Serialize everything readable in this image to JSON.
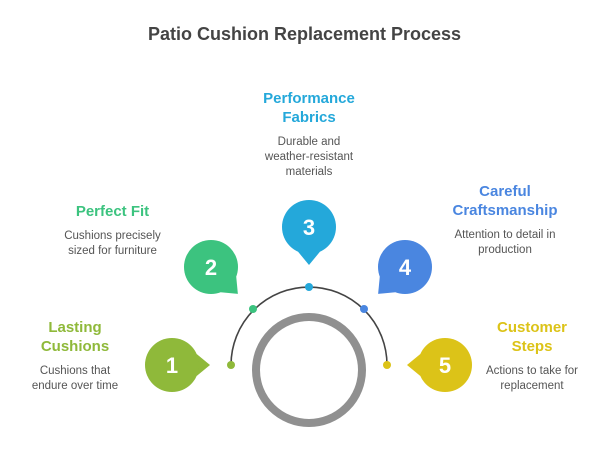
{
  "title": "Patio Cushion Replacement Process",
  "ring_color": "#909090",
  "arc_color": "#444444",
  "steps": [
    {
      "number": "1",
      "heading": "Lasting\nCushions",
      "heading_lines": [
        "Lasting",
        "Cushions"
      ],
      "description_lines": [
        "Cushions that",
        "endure over time"
      ],
      "color": "#8fb93a"
    },
    {
      "number": "2",
      "heading_lines": [
        "Perfect Fit"
      ],
      "description_lines": [
        "Cushions precisely",
        "sized for furniture"
      ],
      "color": "#3cc37f"
    },
    {
      "number": "3",
      "heading_lines": [
        "Performance",
        "Fabrics"
      ],
      "description_lines": [
        "Durable and",
        "weather-resistant",
        "materials"
      ],
      "color": "#24a8da"
    },
    {
      "number": "4",
      "heading_lines": [
        "Careful",
        "Craftsmanship"
      ],
      "description_lines": [
        "Attention to detail in",
        "production"
      ],
      "color": "#4a86e0"
    },
    {
      "number": "5",
      "heading_lines": [
        "Customer",
        "Steps"
      ],
      "description_lines": [
        "Actions to take for",
        "replacement"
      ],
      "color": "#dcc318"
    }
  ]
}
